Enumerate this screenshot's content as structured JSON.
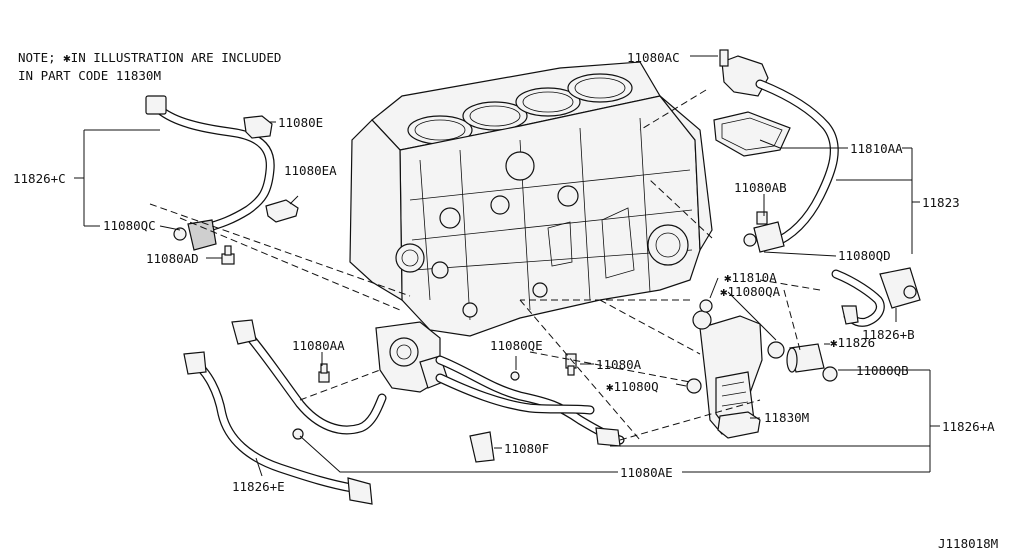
{
  "note": {
    "line1": "NOTE; ✱IN ILLUSTRATION ARE INCLUDED",
    "line2": "IN PART CODE 11830M"
  },
  "labels": {
    "l_11080AC": "11080AC",
    "l_11080E": "11080E",
    "l_11826C": "11826+C",
    "l_11080EA": "11080EA",
    "l_11080QC": "11080QC",
    "l_11080AD": "11080AD",
    "l_11810AA": "11810AA",
    "l_11080AB": "11080AB",
    "l_11823": "11823",
    "l_11080QD": "11080QD",
    "l_11810A": "✱11810A",
    "l_11080QA": "✱11080QA",
    "l_11826B": "11826+B",
    "l_11826": "✱11826",
    "l_11080QB": "11080QB",
    "l_11080AA": "11080AA",
    "l_11080QE": "11080QE",
    "l_11080A": "11080A",
    "l_11080Q": "✱11080Q",
    "l_11830M": "11830M",
    "l_11826A": "11826+A",
    "l_11080F": "11080F",
    "l_11080AE": "11080AE",
    "l_11826E": "11826+E"
  },
  "diagram_code": "J118018M"
}
